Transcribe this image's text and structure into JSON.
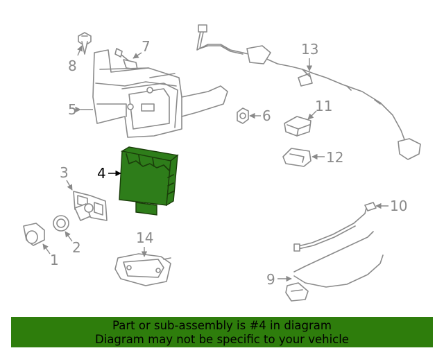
{
  "colors": {
    "highlight": "#2e7d1a",
    "banner": "#2e7d0c",
    "linework": "#8a8a8a"
  },
  "callouts": [
    "1",
    "2",
    "3",
    "4",
    "5",
    "6",
    "7",
    "8",
    "9",
    "10",
    "11",
    "12",
    "13",
    "14"
  ],
  "highlighted_callout": "4",
  "banner": {
    "line1": "Part or sub-assembly is #4 in diagram",
    "line2": "Diagram may not be specific to your vehicle"
  }
}
